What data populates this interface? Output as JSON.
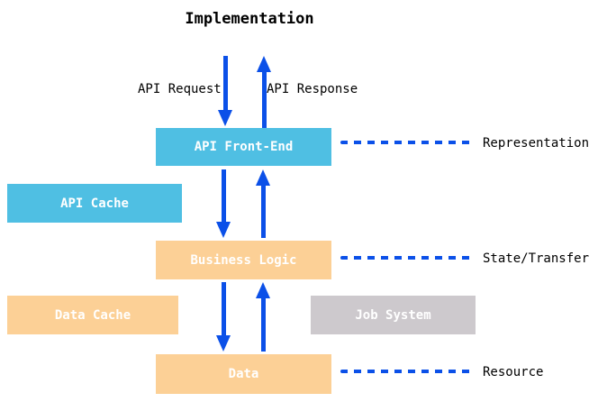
{
  "title": "Implementation",
  "colors": {
    "cyan_box": "#4FBFE3",
    "orange_box": "#FCD096",
    "gray_box": "#CDC9CD",
    "arrow_blue": "#0B50E8",
    "box_text": "#ffffff",
    "label_text": "#000000"
  },
  "flow_labels": {
    "request": "API Request",
    "response": "API Response"
  },
  "boxes": {
    "api_front_end": "API Front-End",
    "api_cache": "API Cache",
    "business_logic": "Business Logic",
    "data_cache": "Data Cache",
    "job_system": "Job System",
    "data": "Data"
  },
  "layer_labels": {
    "representation": "Representation",
    "state_transfer": "State/Transfer",
    "resource": "Resource"
  }
}
